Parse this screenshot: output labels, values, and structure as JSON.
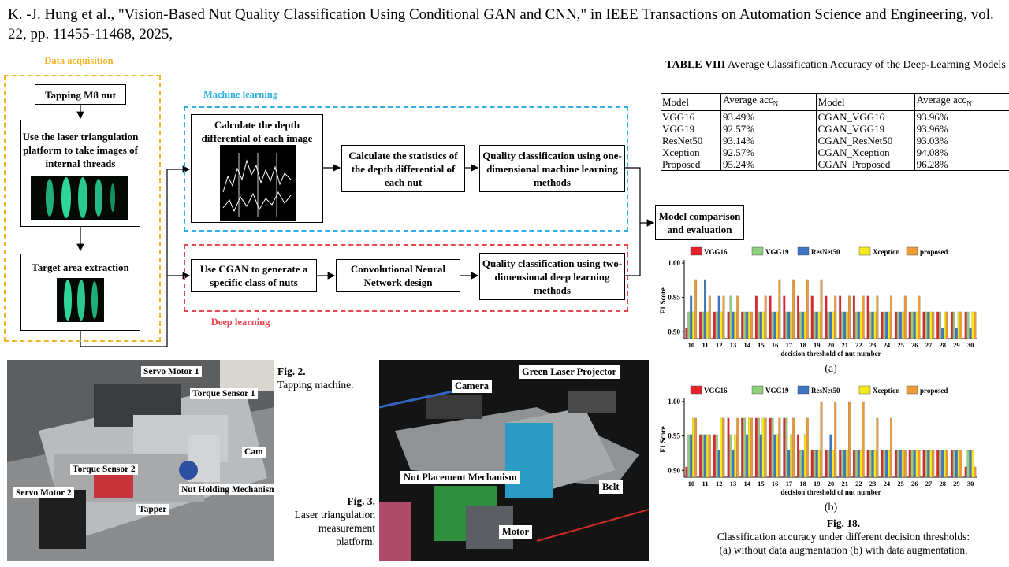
{
  "header": {
    "citation": "K. -J. Hung et al., \"Vision-Based Nut Quality Classification Using Conditional GAN and CNN,\" in IEEE Transactions on Automation Science and Engineering, vol. 22, pp. 11455-11468, 2025,"
  },
  "flow": {
    "data_acquisition_title": "Data acquisition",
    "machine_learning_title": "Machine learning",
    "deep_learning_title": "Deep learning",
    "tapping": "Tapping M8 nut",
    "laser": "Use the laser triangulation platform to take images of internal threads",
    "target": "Target area extraction",
    "depth": "Calculate the depth differential of each image",
    "stats": "Calculate the statistics of the depth differential of each nut",
    "qc1d": "Quality classification using one-dimensional machine learning methods",
    "cgan": "Use CGAN to generate a specific class of nuts",
    "cnn": "Convolutional Neural Network design",
    "qc2d": "Quality classification using two-dimensional deep learning methods",
    "compare": "Model comparison and evaluation"
  },
  "table": {
    "title_bold": "TABLE VIII",
    "title_rest": " Average Classification Accuracy of the Deep-Learning Models",
    "col_model": "Model",
    "col_acc": "Average acc",
    "col_acc_sub": "N",
    "rows": [
      {
        "m1": "VGG16",
        "a1": "93.49%",
        "m2": "CGAN_VGG16",
        "a2": "93.96%"
      },
      {
        "m1": "VGG19",
        "a1": "92.57%",
        "m2": "CGAN_VGG19",
        "a2": "93.96%"
      },
      {
        "m1": "ResNet50",
        "a1": "93.14%",
        "m2": "CGAN_ResNet50",
        "a2": "93.03%"
      },
      {
        "m1": "Xception",
        "a1": "92.57%",
        "m2": "CGAN_Xception",
        "a2": "94.08%"
      },
      {
        "m1": "Proposed",
        "a1": "95.24%",
        "m2": "CGAN_Proposed",
        "a2": "96.28%"
      }
    ]
  },
  "fig2": {
    "caption_title": "Fig. 2.",
    "caption_text": "Tapping machine.",
    "labels": {
      "servo1": "Servo Motor 1",
      "torque1": "Torque Sensor 1",
      "cam": "Cam",
      "torque2": "Torque Sensor 2",
      "servo2": "Servo Motor 2",
      "holding": "Nut Holding Mechanism",
      "tapper": "Tapper"
    }
  },
  "fig3": {
    "caption_title": "Fig. 3.",
    "caption_l1": "Laser triangulation",
    "caption_l2": "measurement",
    "caption_l3": "platform.",
    "labels": {
      "camera": "Camera",
      "laser": "Green Laser Projector",
      "placement": "Nut Placement Mechanism",
      "belt": "Belt",
      "motor": "Motor"
    }
  },
  "fig18": {
    "caption_title": "Fig. 18.",
    "caption_l1": "Classification accuracy under different decision thresholds:",
    "caption_l2": "(a) without data augmentation (b) with data augmentation."
  },
  "chart_data": [
    {
      "type": "bar",
      "sublabel": "(a)",
      "ylabel": "F1 Score",
      "xlabel": "decision threshold of nut number",
      "ylim": [
        0.89,
        1.0
      ],
      "yticks": [
        "0.90",
        "0.95",
        "1.00"
      ],
      "categories": [
        "10",
        "11",
        "12",
        "13",
        "14",
        "15",
        "16",
        "17",
        "18",
        "19",
        "20",
        "21",
        "22",
        "23",
        "24",
        "25",
        "26",
        "27",
        "28",
        "29",
        "30"
      ],
      "series": [
        {
          "name": "VGG16",
          "color": "#e8202a",
          "values": [
            0.905,
            0.929,
            0.929,
            0.929,
            0.929,
            0.952,
            0.952,
            0.952,
            0.952,
            0.952,
            0.952,
            0.952,
            0.952,
            0.952,
            0.929,
            0.929,
            0.929,
            0.929,
            0.929,
            0.929,
            0.929
          ]
        },
        {
          "name": "VGG19",
          "color": "#8fcf7e",
          "values": [
            0.929,
            0.929,
            0.929,
            0.952,
            0.929,
            0.929,
            0.929,
            0.929,
            0.929,
            0.929,
            0.929,
            0.929,
            0.929,
            0.929,
            0.929,
            0.929,
            0.929,
            0.929,
            0.929,
            0.929,
            0.929
          ]
        },
        {
          "name": "ResNet50",
          "color": "#3f73c4",
          "values": [
            0.952,
            0.976,
            0.952,
            0.929,
            0.929,
            0.929,
            0.929,
            0.929,
            0.929,
            0.929,
            0.929,
            0.929,
            0.929,
            0.929,
            0.929,
            0.929,
            0.929,
            0.929,
            0.905,
            0.905,
            0.905
          ]
        },
        {
          "name": "Xception",
          "color": "#f5e81c",
          "values": [
            0.929,
            0.929,
            0.929,
            0.929,
            0.929,
            0.929,
            0.929,
            0.929,
            0.929,
            0.929,
            0.929,
            0.929,
            0.929,
            0.929,
            0.929,
            0.929,
            0.929,
            0.929,
            0.929,
            0.929,
            0.929
          ]
        },
        {
          "name": "proposed",
          "color": "#ee9a36",
          "values": [
            0.976,
            0.952,
            0.952,
            0.952,
            0.929,
            0.952,
            0.976,
            0.976,
            0.976,
            0.976,
            0.952,
            0.952,
            0.952,
            0.952,
            0.952,
            0.952,
            0.952,
            0.929,
            0.929,
            0.929,
            0.929
          ]
        }
      ]
    },
    {
      "type": "bar",
      "sublabel": "(b)",
      "ylabel": "F1 Score",
      "xlabel": "decision threshold of nut number",
      "ylim": [
        0.89,
        1.0
      ],
      "yticks": [
        "0.90",
        "0.95",
        "1.00"
      ],
      "categories": [
        "10",
        "11",
        "12",
        "13",
        "14",
        "15",
        "16",
        "17",
        "18",
        "19",
        "20",
        "21",
        "22",
        "23",
        "24",
        "25",
        "26",
        "27",
        "28",
        "29",
        "30"
      ],
      "series": [
        {
          "name": "VGG16",
          "color": "#e8202a",
          "values": [
            0.905,
            0.952,
            0.952,
            0.976,
            0.976,
            0.976,
            0.976,
            0.976,
            0.952,
            0.929,
            0.929,
            0.929,
            0.929,
            0.929,
            0.929,
            0.929,
            0.929,
            0.929,
            0.929,
            0.929,
            0.905
          ]
        },
        {
          "name": "VGG19",
          "color": "#8fcf7e",
          "values": [
            0.952,
            0.952,
            0.952,
            0.952,
            0.976,
            0.976,
            0.976,
            0.976,
            0.929,
            0.929,
            0.929,
            0.929,
            0.929,
            0.929,
            0.929,
            0.929,
            0.929,
            0.929,
            0.929,
            0.929,
            0.929
          ]
        },
        {
          "name": "ResNet50",
          "color": "#3f73c4",
          "values": [
            0.952,
            0.952,
            0.929,
            0.929,
            0.952,
            0.952,
            0.952,
            0.929,
            0.929,
            0.929,
            0.952,
            0.929,
            0.929,
            0.929,
            0.929,
            0.929,
            0.929,
            0.929,
            0.929,
            0.929,
            0.929
          ]
        },
        {
          "name": "Xception",
          "color": "#f5e81c",
          "values": [
            0.976,
            0.952,
            0.976,
            0.952,
            0.976,
            0.976,
            0.952,
            0.952,
            0.952,
            0.929,
            0.929,
            0.929,
            0.929,
            0.929,
            0.929,
            0.929,
            0.929,
            0.929,
            0.929,
            0.929,
            0.929
          ]
        },
        {
          "name": "proposed",
          "color": "#ee9a36",
          "values": [
            0.976,
            0.952,
            0.976,
            0.976,
            0.976,
            0.976,
            0.976,
            0.976,
            0.976,
            1.0,
            1.0,
            1.0,
            1.0,
            0.976,
            0.976,
            0.929,
            0.929,
            0.929,
            0.929,
            0.929,
            0.905
          ]
        }
      ]
    }
  ]
}
